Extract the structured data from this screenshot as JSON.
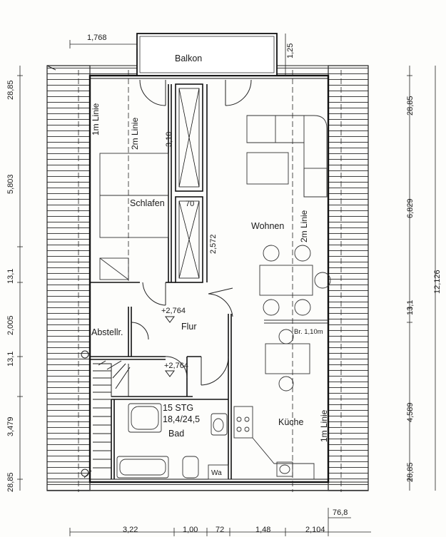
{
  "rooms": {
    "balcony": "Balkon",
    "bedroom": "Schlafen",
    "living": "Wohnen",
    "hall": "Flur",
    "storage": "Abstellr.",
    "bath": "Bad",
    "kitchen": "Küche",
    "wc": "Wa"
  },
  "stair": {
    "steps": "15 STG",
    "ratio": "18,4/24,5"
  },
  "levels": {
    "hall_upper": "+2,764",
    "hall_lower": "+2,764"
  },
  "annotations": {
    "line_1m_left": "1m Linie",
    "line_2m_left": "2m Linie",
    "line_2m_right": "2m Linie",
    "line_1m_right": "1m Linie",
    "counter": "Br. 1,10m"
  },
  "dimensions": {
    "top_balcony_offset": "1,768",
    "balcony_depth": "1,25",
    "left_top": "28,85",
    "left_upper": "5,803",
    "left_mid": "13,1",
    "left_flur": "2,005",
    "left_lower": "13,1",
    "left_stair": "3,479",
    "left_bottom": "28,85",
    "right_top": "28,85",
    "right_upper": "6,829",
    "right_mid": "13,1",
    "right_lower": "4,589",
    "right_bottom": "28,85",
    "right_total": "12,126",
    "skylight_len": "3,10",
    "hall_len": "2,572",
    "skylight_width": "70",
    "bottom_right": "76,8",
    "bottom_1": "3,22",
    "bottom_2": "1,00",
    "bottom_3": "72",
    "bottom_4": "1,48",
    "bottom_5": "2,104"
  }
}
